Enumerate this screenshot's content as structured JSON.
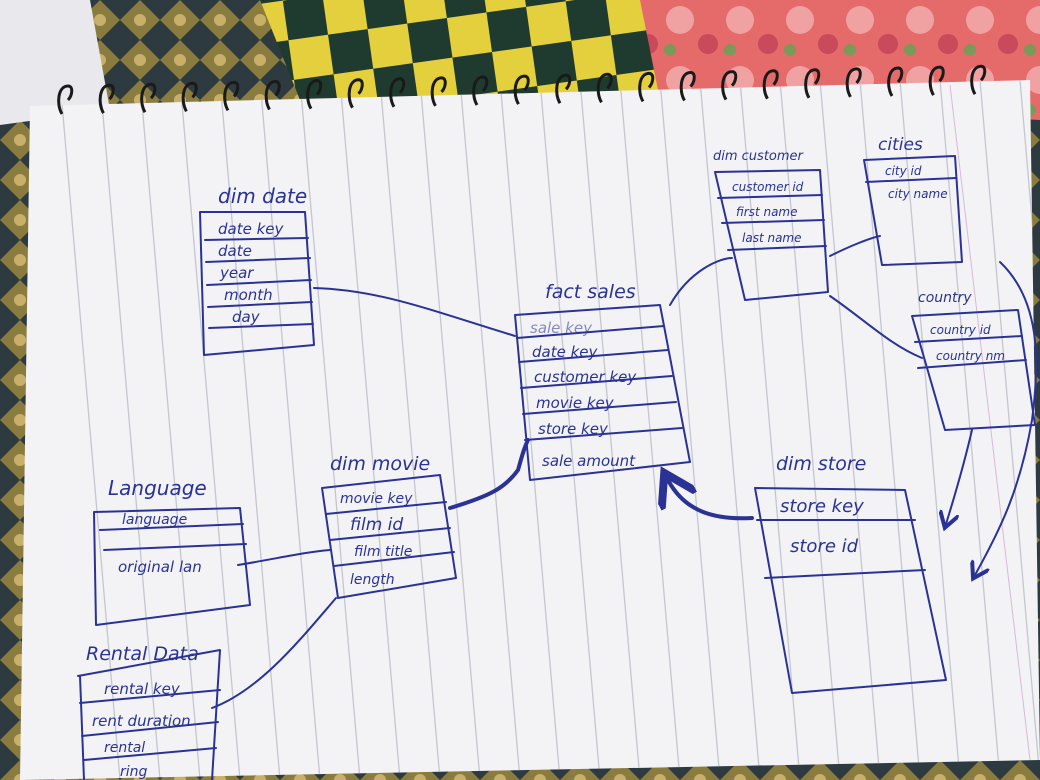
{
  "diagram": {
    "tables": {
      "dim_date": {
        "title": "dim date",
        "fields": [
          "date key",
          "date",
          "year",
          "month",
          "day"
        ]
      },
      "fact_sales": {
        "title": "fact sales",
        "fields": [
          "sale key",
          "date key",
          "customer key",
          "movie key",
          "store key",
          "sale amount"
        ]
      },
      "dim_customer": {
        "title": "dim customer",
        "fields": [
          "customer id",
          "first name",
          "last name"
        ]
      },
      "cities": {
        "title": "cities",
        "fields": [
          "city id",
          "city name"
        ]
      },
      "country": {
        "title": "country",
        "fields": [
          "country id",
          "country nm"
        ]
      },
      "dim_store": {
        "title": "dim store",
        "fields": [
          "store key",
          "store id"
        ]
      },
      "dim_movie": {
        "title": "dim movie",
        "fields": [
          "movie key",
          "film id",
          "film title",
          "length"
        ]
      },
      "language": {
        "title": "Language",
        "fields": [
          "language",
          "original lan"
        ]
      },
      "rental_data": {
        "title": "Rental Data",
        "fields": [
          "rental key",
          "rent duration",
          "rental",
          "ring"
        ]
      }
    }
  },
  "colors": {
    "ink": "#2a3296",
    "paper": "#f3f3f5",
    "rule": "#b9bcc8"
  }
}
